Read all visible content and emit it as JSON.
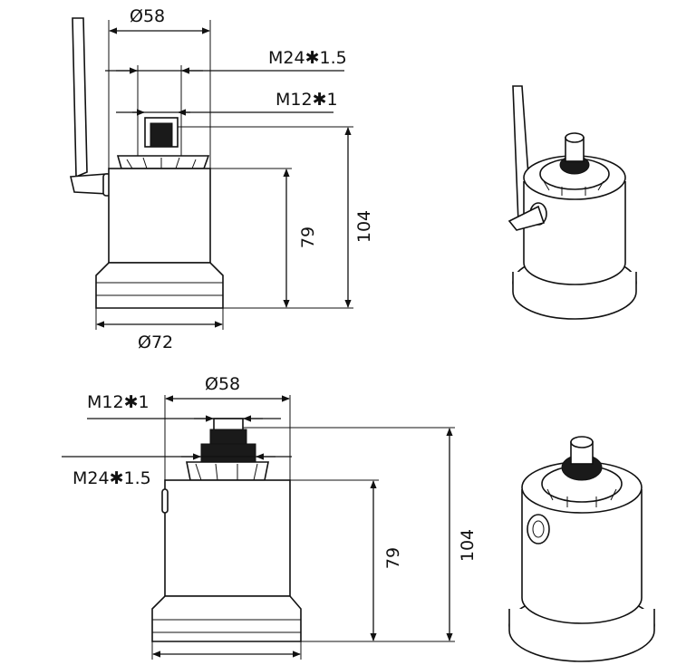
{
  "views": {
    "top_front": {
      "dia_top": "Ø58",
      "thread_large": "M24✱1.5",
      "thread_small": "M12✱1",
      "height_body": "79",
      "height_total": "104",
      "dia_base": "Ø72"
    },
    "bottom_front": {
      "dia_top": "Ø58",
      "thread_small": "M12✱1",
      "thread_large": "M24✱1.5",
      "height_body": "79",
      "height_total": "104"
    }
  },
  "icons": [
    "antenna-icon",
    "sensor-isometric-icon",
    "connector-port-icon"
  ]
}
